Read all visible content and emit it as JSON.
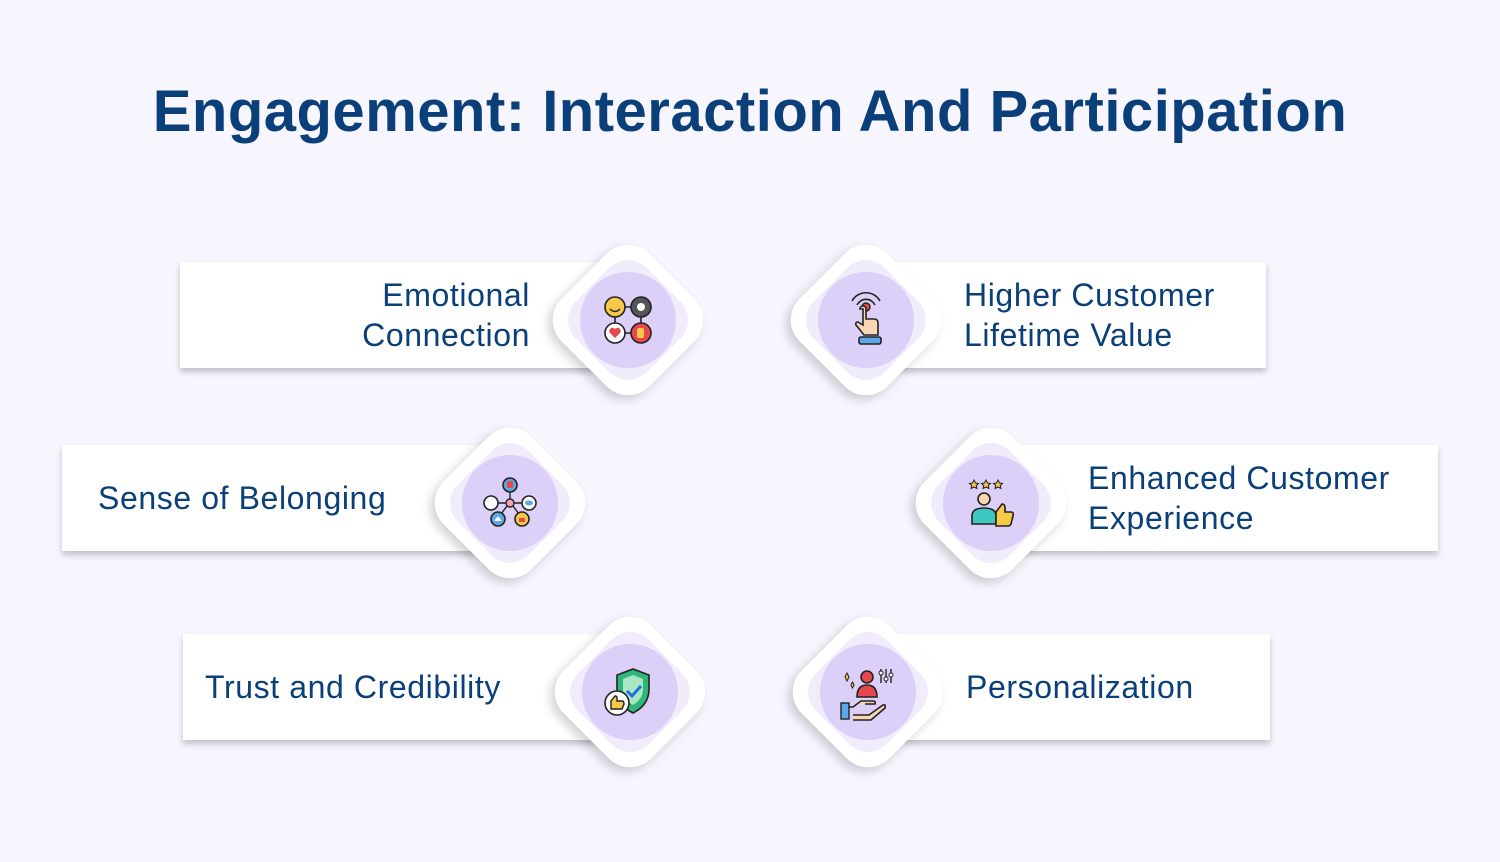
{
  "title": "Engagement: Interaction And Participation",
  "items": [
    {
      "label_lines": [
        "Emotional",
        "Connection"
      ],
      "icon": "emotions-icon"
    },
    {
      "label_lines": [
        "Higher Customer",
        "Lifetime Value"
      ],
      "icon": "tap-hand-icon"
    },
    {
      "label_lines": [
        "Sense of Belonging"
      ],
      "icon": "community-network-icon"
    },
    {
      "label_lines": [
        "Enhanced Customer",
        "Experience"
      ],
      "icon": "rated-customer-thumbs-up-icon"
    },
    {
      "label_lines": [
        "Trust and Credibility"
      ],
      "icon": "shield-check-thumbs-up-icon"
    },
    {
      "label_lines": [
        "Personalization"
      ],
      "icon": "person-in-hand-settings-icon"
    }
  ],
  "colors": {
    "background": "#f7f5fe",
    "title": "#0a3f7a",
    "text": "#0a3f7a",
    "icon_circle": "#dccff8",
    "badge_ring": "#f0ecfc"
  }
}
